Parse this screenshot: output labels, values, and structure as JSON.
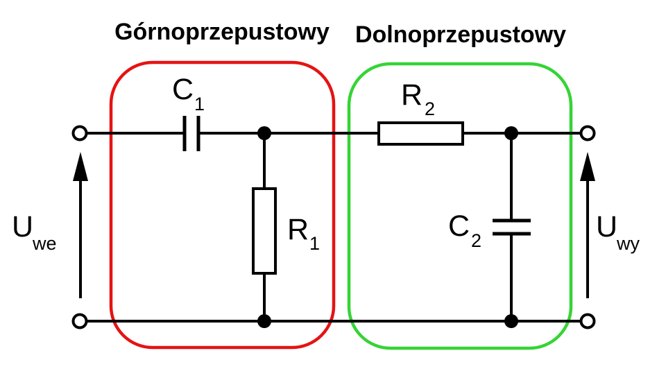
{
  "diagram": {
    "title_highpass": "Górnoprzepustowy",
    "title_lowpass": "Dolnoprzepustowy",
    "components": {
      "c1": {
        "name": "C",
        "sub": "1"
      },
      "r1": {
        "name": "R",
        "sub": "1"
      },
      "r2": {
        "name": "R",
        "sub": "2"
      },
      "c2": {
        "name": "C",
        "sub": "2"
      }
    },
    "voltages": {
      "input": {
        "name": "U",
        "sub": "we"
      },
      "output": {
        "name": "U",
        "sub": "wy"
      }
    },
    "colors": {
      "highpass_outline": "#e51313",
      "lowpass_outline": "#35d435",
      "wire": "#000000",
      "background": "#ffffff"
    }
  }
}
